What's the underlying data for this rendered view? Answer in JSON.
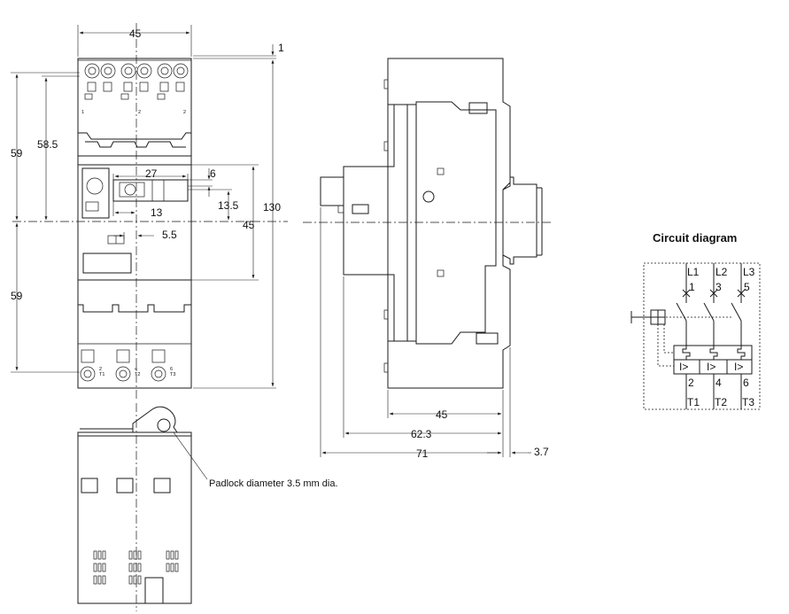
{
  "front_view": {
    "dim_width": "45",
    "dim_top_offset": "1",
    "dim_upper_height": "59",
    "dim_inner_height": "58.5",
    "dim_lower_height": "59",
    "dim_total_height": "130",
    "dim_mid_height": "45",
    "dim_knob_width": "27",
    "dim_knob_small": "6",
    "dim_knob_offset": "13.5",
    "dim_knob_center": "13",
    "dim_indicator": "5.5",
    "top_terminal_numbers": [
      "1",
      "2",
      "2"
    ],
    "bottom_terminal_labels": [
      "2\nT1",
      "4\nT2",
      "6\nT3"
    ]
  },
  "bottom_view": {
    "padlock_note": "Padlock diameter 3.5 mm dia."
  },
  "side_view": {
    "dim_depth_1": "45",
    "dim_depth_2": "62.3",
    "dim_depth_3": "71",
    "dim_rail": "3.7"
  },
  "circuit": {
    "title": "Circuit diagram",
    "line_labels": [
      "L1",
      "L2",
      "L3"
    ],
    "line_numbers": [
      "1",
      "3",
      "5"
    ],
    "load_numbers": [
      "2",
      "4",
      "6"
    ],
    "load_labels": [
      "T1",
      "T2",
      "T3"
    ],
    "trip_symbol": "I>"
  }
}
